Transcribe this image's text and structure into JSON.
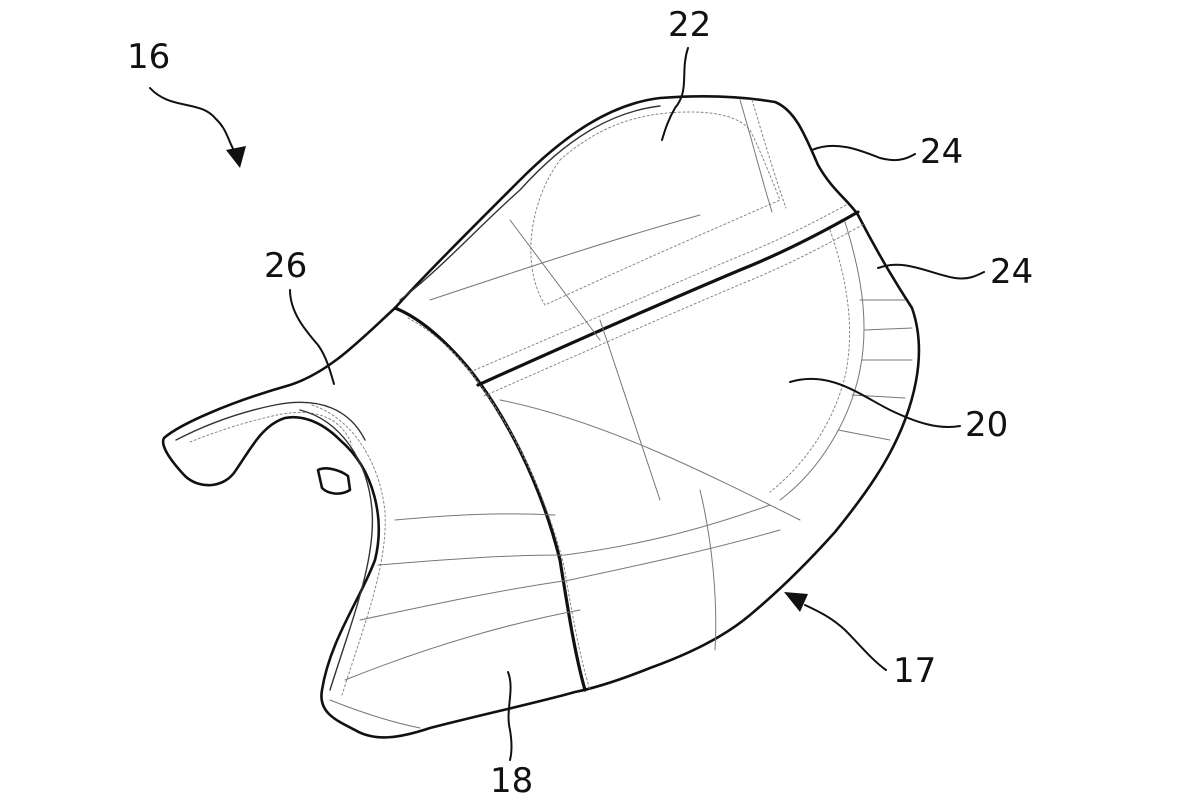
{
  "figure": {
    "reference_numerals": {
      "seat_assembly": "16",
      "seat_underside": "17",
      "front_portion": "18",
      "rider_cushion": "20",
      "rear_cushion": "22",
      "side_bolster_upper": "24",
      "side_bolster_lower": "24",
      "tank_flap": "26"
    }
  }
}
